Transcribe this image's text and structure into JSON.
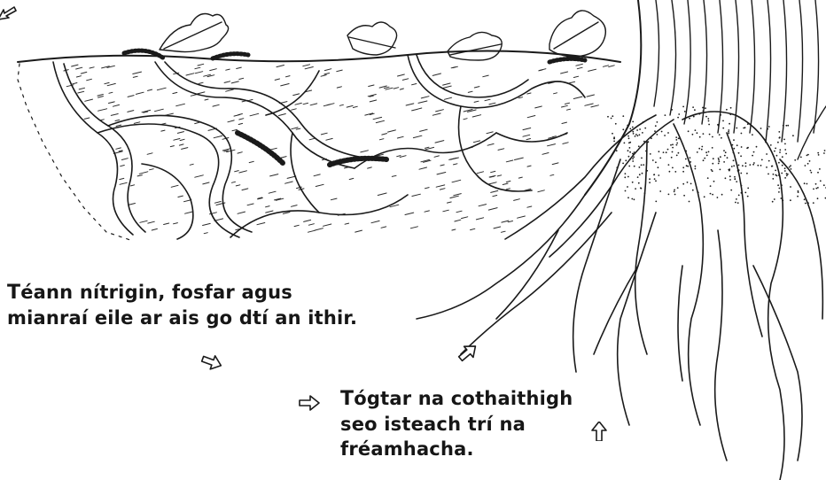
{
  "caption_return": {
    "lead": "T",
    "line1_rest": "éann nítrigin, fosfar agus",
    "line2": "mianraí eile ar ais go dtí an ithir."
  },
  "caption_uptake": {
    "lead": "T",
    "line1_rest": "ógtar na cothaithigh",
    "line2": "seo isteach trí na",
    "line3": "fréamhacha."
  },
  "icons": {
    "arrows": [
      "arrow-outline-icon"
    ],
    "leaves": [
      "oak-leaf-icon"
    ],
    "worms": [
      "earthworm-icon"
    ]
  },
  "colors": {
    "ink": "#161616",
    "paper": "#ffffff"
  }
}
